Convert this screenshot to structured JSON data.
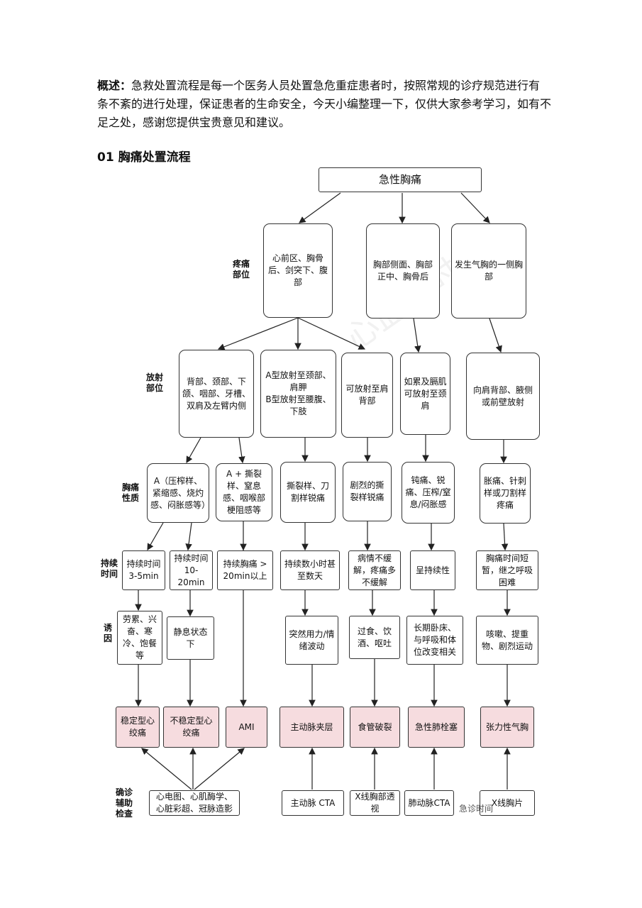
{
  "intro": {
    "label": "概述：",
    "text": "急救处置流程是每一个医务人员处置急危重症患者时，按照常规的诊疗规范进行有条不紊的进行处理，保证患者的生命安全，今天小编整理一下，仅供大家参考学习，如有不足之处，感谢您提供宝贵意见和建议。"
  },
  "section_title": "01 胸痛处置流程",
  "flow": {
    "root": "急性胸痛",
    "row_labels": {
      "pain_site": "疼痛\n部位",
      "radiation": "放射\n部位",
      "nature": "胸痛\n性质",
      "duration": "持续\n时间",
      "trigger": "诱\n因",
      "exam": "确诊\n辅助\n检查"
    },
    "pain_site": [
      "心前区、胸骨后、剑突下、腹部",
      "胸部侧面、胸部正中、胸骨后",
      "发生气胸的一侧胸部"
    ],
    "radiation": [
      "背部、颈部、下颌、咽部、牙槽、双肩及左臂内侧",
      "A型放射至颈部、肩胛\nB型放射至腰腹、下肢",
      "可放射至肩背部",
      "如累及膈肌可放射至颈肩",
      "向肩背部、腋侧或前壁放射"
    ],
    "nature": [
      "A（压榨样、紧缩感、烧灼感、闷胀感等）",
      "A + 撕裂样、窒息感、咽喉部梗阻感等",
      "撕裂样、刀割样锐痛",
      "剧烈的撕裂样锐痛",
      "钝痛、锐痛、压榨/窒息/闷胀感",
      "胀痛、针刺样或刀割样疼痛"
    ],
    "duration": [
      "持续时间3-5min",
      "持续时间10-20min",
      "持续胸痛 > 20min以上",
      "持续数小时甚至数天",
      "病情不缓解，疼痛多不缓解",
      "呈持续性",
      "胸痛时间短暂，继之呼吸困难"
    ],
    "trigger": [
      "劳累、兴奋、寒冷、饱餐等",
      "静息状态下",
      "突然用力/情绪波动",
      "过食、饮酒、呕吐",
      "长期卧床、与呼吸和体位改变相关",
      "咳嗽、提重物、剧烈运动"
    ],
    "diagnosis": [
      "稳定型心绞痛",
      "不稳定型心绞痛",
      "AMI",
      "主动脉夹层",
      "食管破裂",
      "急性肺栓塞",
      "张力性气胸"
    ],
    "exam": [
      "心电图、心肌酶学、心脏彩超、冠脉造影",
      "主动脉 CTA",
      "X线胸部透视",
      "肺动脉CTA",
      "X线胸片"
    ]
  },
  "watermark": "心血管时间",
  "brand": "急诊时间",
  "colors": {
    "diagnosis_fill": "#f6dcdf",
    "border": "#333333"
  }
}
